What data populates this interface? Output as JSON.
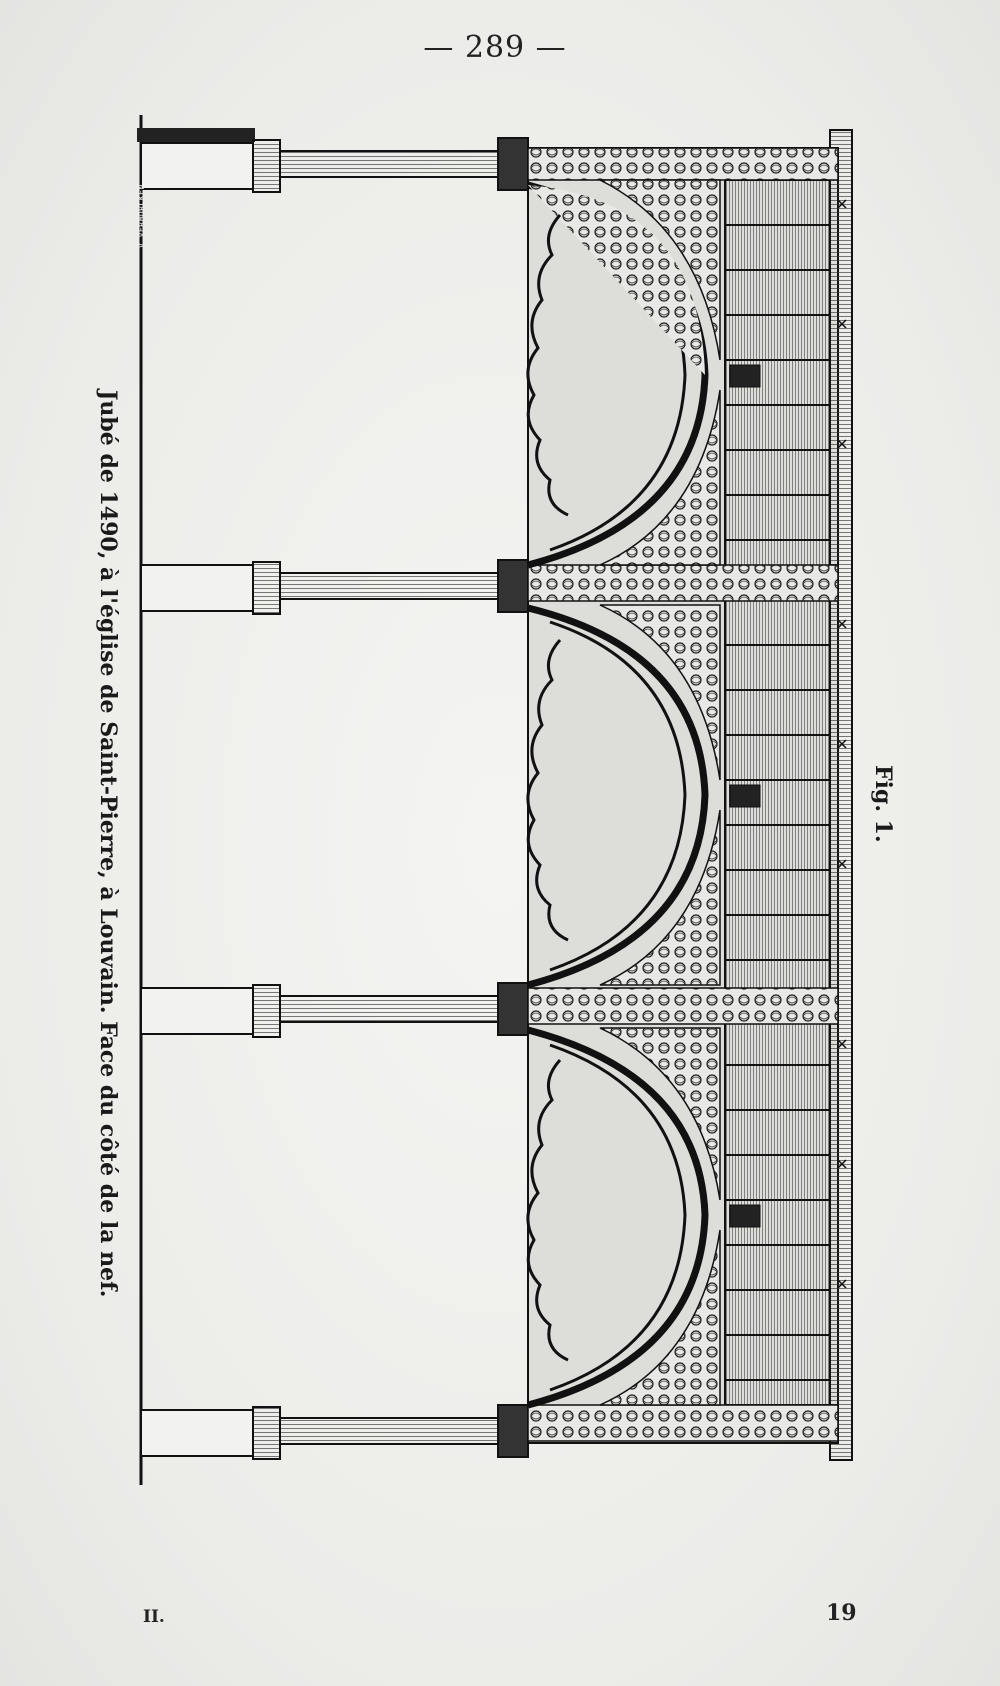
{
  "page": {
    "page_number": "— 289 —",
    "caption": "Jubé de 1490, à l'église de Saint-Pierre, à Louvain. Face du côté de la nef.",
    "figure_label": "Fig. 1.",
    "engraver_signature": "V.VERMORCKEN",
    "signature_left": "II.",
    "signature_right": "19"
  },
  "colors": {
    "paper": "#efefed",
    "ink": "#1a1a1a"
  }
}
